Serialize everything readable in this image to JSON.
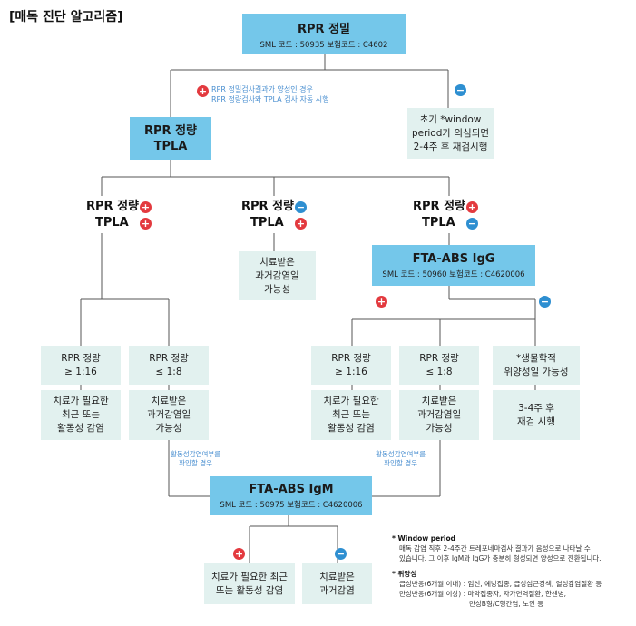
{
  "title": "[매독 진단 알고리즘]",
  "signs": {
    "plus": "+",
    "minus": "−"
  },
  "top": {
    "name": "RPR 정밀",
    "code": "SML 코드 : 50935   보험코드 : C4602"
  },
  "note_top": [
    "RPR 정밀검사결과가 양성인 경우",
    "RPR 정량검사와 TPLA 검사 자동 시행"
  ],
  "window_box": [
    "초기 *window",
    "period가 의심되면",
    "2-4주 후 재검시행"
  ],
  "quant_box": [
    "RPR 정량",
    "TPLA"
  ],
  "branches": [
    {
      "line1": "RPR 정량",
      "line2": "TPLA"
    },
    {
      "line1": "RPR 정량",
      "line2": "TPLA"
    },
    {
      "line1": "RPR 정량",
      "line2": "TPLA"
    }
  ],
  "past_box": [
    "치료받은",
    "과거감염일",
    "가능성"
  ],
  "fta_igg": {
    "name": "FTA-ABS IgG",
    "code": "SML 코드 : 50960   보험코드 : C4620006"
  },
  "left_titer_high": [
    "RPR 정량",
    "≥ 1:16"
  ],
  "left_titer_low": [
    "RPR 정량",
    "≤ 1:8"
  ],
  "left_result_high": [
    "치료가 필요한",
    "최근 또는",
    "활동성 감염"
  ],
  "left_result_low": [
    "치료받은",
    "과거감염일",
    "가능성"
  ],
  "right_titer_high": [
    "RPR 정량",
    "≥ 1:16"
  ],
  "right_titer_low": [
    "RPR 정량",
    "≤ 1:8"
  ],
  "right_result_high": [
    "치료가 필요한",
    "최근 또는",
    "활동성 감염"
  ],
  "right_result_low": [
    "치료받은",
    "과거감염일",
    "가능성"
  ],
  "bio_box": [
    "*생물학적",
    "위양성일 가능성"
  ],
  "retest_box": [
    "3-4주 후",
    "재검 시행"
  ],
  "note_igm_left": [
    "활동성감염여부를",
    "확인할 경우"
  ],
  "note_igm_right": [
    "활동성감염여부를",
    "확인할 경우"
  ],
  "fta_igm": {
    "name": "FTA-ABS IgM",
    "code": "SML 코드 : 50975   보험코드 : C4620006"
  },
  "final_pos": [
    "치료가 필요한 최근",
    "또는 활동성 감염"
  ],
  "final_neg": [
    "치료받은",
    "과거감염"
  ],
  "footnotes": {
    "window_title": "* Window period",
    "window_body": [
      "매독 감염 직후 2-4주간 트레포네마검사 결과가 음성으로 나타날 수",
      "있습니다. 그 이후 IgM과 IgG가 충분히 형성되면 양성으로 전환됩니다."
    ],
    "fp_title": "* 위양성",
    "fp_lines": [
      "급성반응(6개월 이내) : 임신, 예방접종, 급성심근경색, 열성감염질환 등",
      "만성반응(6개월 이상) : 마약접종자, 자가면역질환, 한센병,"
    ],
    "fp_cont": "만성B형/C형간염, 노인 등"
  },
  "colors": {
    "box_blue": "#74c7ea",
    "box_pale": "#e2f1ef",
    "plus": "#e33a3f",
    "minus": "#2e8fd1",
    "line": "#555555"
  }
}
